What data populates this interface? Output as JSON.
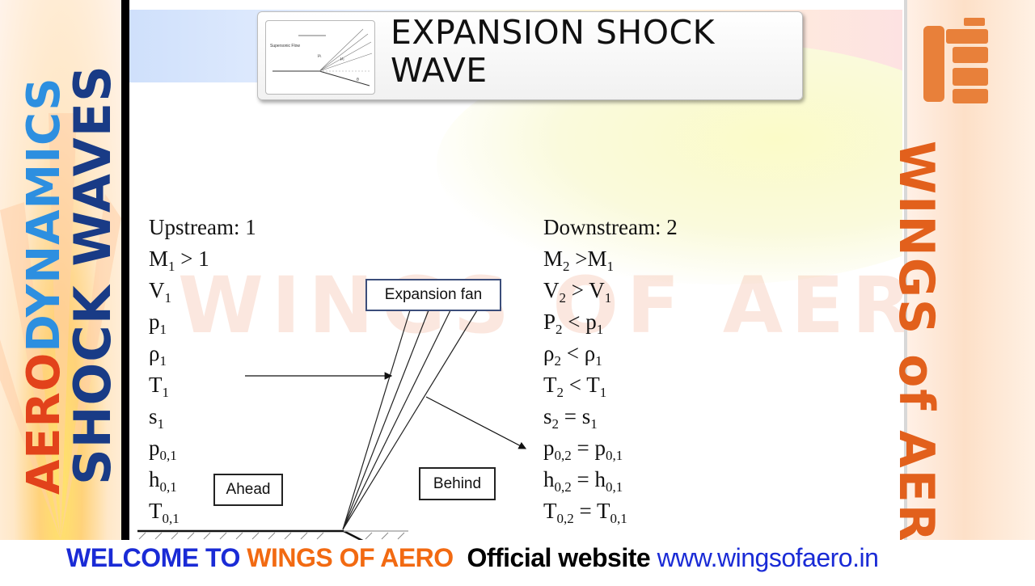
{
  "left_banner": {
    "line1_part1": "AERO",
    "line1_part2": "DYNAMICS",
    "line2": "SHOCK WAVES"
  },
  "right_banner": {
    "text": "WINGS of AERO"
  },
  "slide": {
    "title": "EXPANSION SHOCK WAVE",
    "title_line1": "EXPANSION SHOCK",
    "title_line2": "WAVE",
    "thumbnail": {
      "label": "Supersonic Flow",
      "symbol1": "μ₁",
      "symbol2": "μ₂",
      "symbol3": "θ"
    },
    "watermark": "WINGS OF AERO",
    "upstream": {
      "heading": "Upstream: 1",
      "items": [
        {
          "base": "M",
          "sub": "1",
          "rest": " > 1"
        },
        {
          "base": "V",
          "sub": "1",
          "rest": ""
        },
        {
          "base": "p",
          "sub": "1",
          "rest": ""
        },
        {
          "base": "ρ",
          "sub": "1",
          "rest": ""
        },
        {
          "base": "T",
          "sub": "1",
          "rest": ""
        },
        {
          "base": "s",
          "sub": "1",
          "rest": ""
        },
        {
          "base": "p",
          "sub": "0,1",
          "rest": ""
        },
        {
          "base": "h",
          "sub": "0,1",
          "rest": ""
        },
        {
          "base": "T",
          "sub": "0,1",
          "rest": ""
        }
      ]
    },
    "downstream": {
      "heading": "Downstream: 2",
      "items": [
        {
          "base": "M",
          "sub": "2",
          "rest": " >M",
          "sub2": "1"
        },
        {
          "base": "V",
          "sub": "2",
          "rest": " > V",
          "sub2": "1"
        },
        {
          "base": "P",
          "sub": "2",
          "rest": " < p",
          "sub2": "1"
        },
        {
          "base": "ρ",
          "sub": "2",
          "rest": " < ρ",
          "sub2": "1"
        },
        {
          "base": "T",
          "sub": "2",
          "rest": " < T",
          "sub2": "1"
        },
        {
          "base": "s",
          "sub": "2",
          "rest": " = s",
          "sub2": "1"
        },
        {
          "base": "p",
          "sub": "0,2",
          "rest": " = p",
          "sub2": "0,1"
        },
        {
          "base": "h",
          "sub": "0,2",
          "rest": " = h",
          "sub2": "0,1"
        },
        {
          "base": "T",
          "sub": "0,2",
          "rest": " = T",
          "sub2": "0,1"
        }
      ]
    },
    "labels": {
      "fan": "Expansion fan",
      "ahead": "Ahead",
      "behind": "Behind"
    }
  },
  "ticker": {
    "part1": "WELCOME TO ",
    "part2": "WINGS OF AERO",
    "part3": "  Official website ",
    "part4": "www.wingsofaero.in"
  },
  "colors": {
    "aero_red": "#e2421b",
    "aero_blue": "#2d8fe0",
    "shock_navy": "#193b86",
    "brand_orange": "#f26a12",
    "ticker_blue": "#1a2bd6"
  }
}
